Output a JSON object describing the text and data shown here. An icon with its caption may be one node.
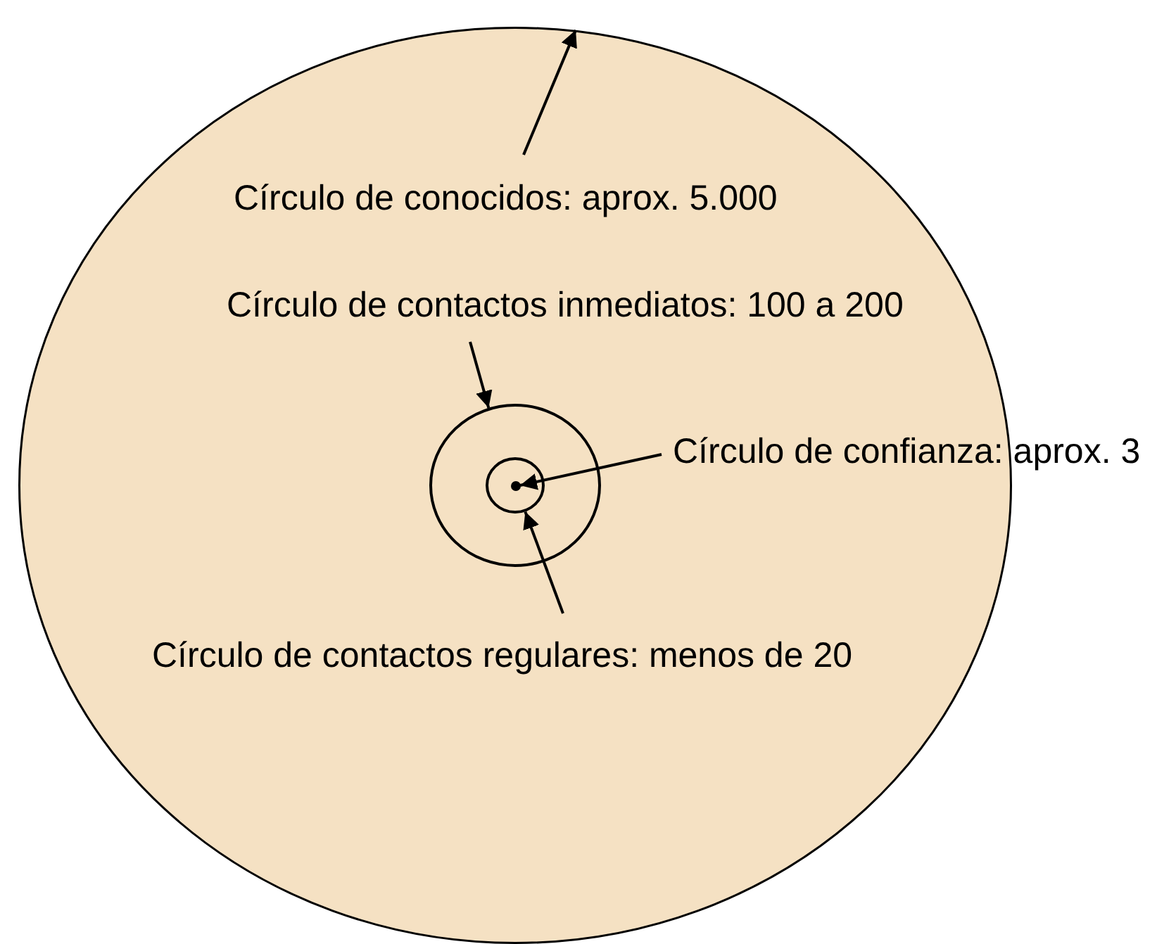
{
  "diagram": {
    "nodes": [
      {
        "text": [],
        "shape": "circle"
      },
      {
        "text": [
          "Círculo de conocidos: aprox. 5.000"
        ],
        "in": 0
      },
      {
        "text": [
          "Círculo de contactos inmediatos: 100 a 200"
        ],
        "in": 0
      },
      {
        "text": [],
        "shape": "circle",
        "in": 0
      },
      {
        "text": [],
        "shape": "circle",
        "in": 3
      },
      {
        "text": [],
        "shape": "circle",
        "in": 4
      },
      {
        "text": [
          "Círculo de confianza: aprox. 3"
        ]
      },
      {
        "text": [
          "Círculo de contactos regulares: menos de 20"
        ],
        "in": 0
      }
    ],
    "edges": [
      {
        "from": 1,
        "to": 0,
        "arrow": "to"
      },
      {
        "from": 2,
        "to": 3,
        "arrow": "to"
      },
      {
        "from": 6,
        "to": 5,
        "arrow": "to"
      },
      {
        "from": 7,
        "to": 4,
        "arrow": "to"
      }
    ]
  }
}
